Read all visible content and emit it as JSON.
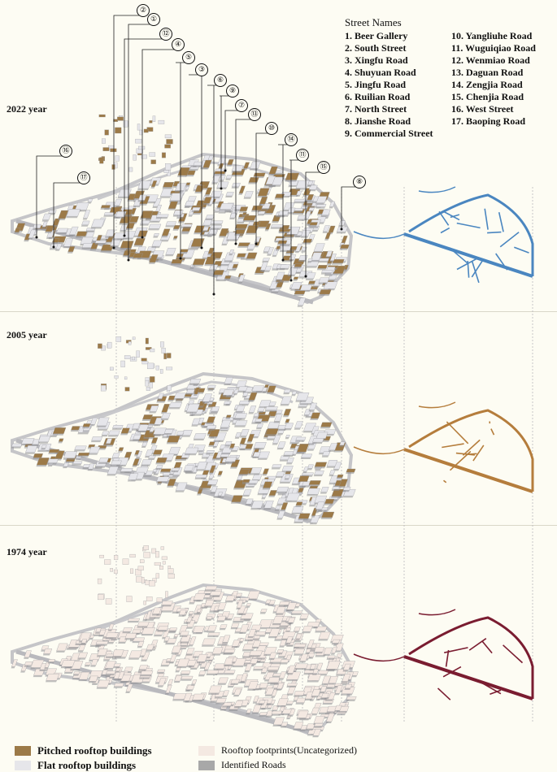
{
  "panels": [
    {
      "year_label": "2022 year"
    },
    {
      "year_label": "2005 year"
    },
    {
      "year_label": "1974 year"
    }
  ],
  "street_names": {
    "title": "Street Names",
    "col1": [
      "1. Beer Gallery",
      "2. South Street",
      "3. Xingfu Road",
      "4. Shuyuan Road",
      "5. Jingfu Road",
      "6. Ruilian Road",
      "7. North Street",
      "8. Jianshe Road",
      "9. Commercial Street"
    ],
    "col2": [
      "10. Yangliuhe Road",
      "11. Wuguiqiao Road",
      "12. Wenmiao Road",
      "13. Daguan Road",
      "14. Zengjia Road",
      "15. Chenjia Road",
      "16. West Street",
      "17. Baoping Road"
    ]
  },
  "markers": [
    "②",
    "①",
    "⑫",
    "④",
    "⑤",
    "③",
    "⑥",
    "⑨",
    "⑦",
    "⑬",
    "⑩",
    "⑭",
    "⑪",
    "⑮",
    "⑧",
    "⑯",
    "⑰"
  ],
  "legend": {
    "pitched": "Pitched rooftop buildings",
    "flat": "Flat rooftop buildings",
    "footprints": "Rooftop footprints(Uncategorized)",
    "roads": "Identified Roads"
  },
  "colors": {
    "pitched": "#9c7a48",
    "flat": "#e6e6ea",
    "footprint": "#f4e9e2",
    "road_2022": "#4a86c0",
    "road_2005": "#b57d3c",
    "road_1974": "#7a1c30",
    "identified_road": "#a8a8a8"
  }
}
